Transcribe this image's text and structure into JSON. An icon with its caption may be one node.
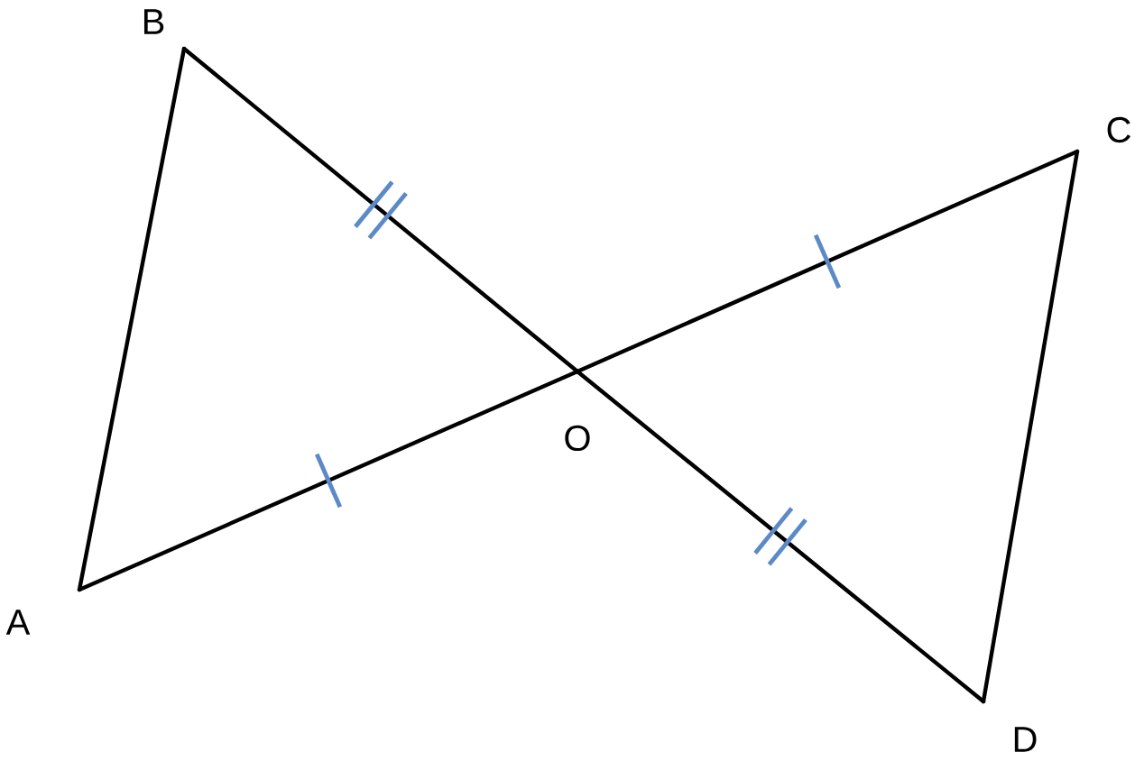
{
  "diagram": {
    "nodes": [
      {
        "text": [
          "B"
        ]
      },
      {
        "text": [
          "C"
        ]
      },
      {
        "text": [
          "O"
        ]
      },
      {
        "text": [
          "A"
        ]
      },
      {
        "text": [
          "D"
        ]
      }
    ],
    "edges": [
      {
        "from": 3,
        "to": 0,
        "arrow": "none"
      },
      {
        "from": 0,
        "to": 2,
        "arrow": "none"
      },
      {
        "from": 2,
        "to": 4,
        "arrow": "none"
      },
      {
        "from": 3,
        "to": 2,
        "arrow": "none"
      },
      {
        "from": 2,
        "to": 1,
        "arrow": "none"
      },
      {
        "from": 1,
        "to": 4,
        "arrow": "none"
      }
    ]
  }
}
